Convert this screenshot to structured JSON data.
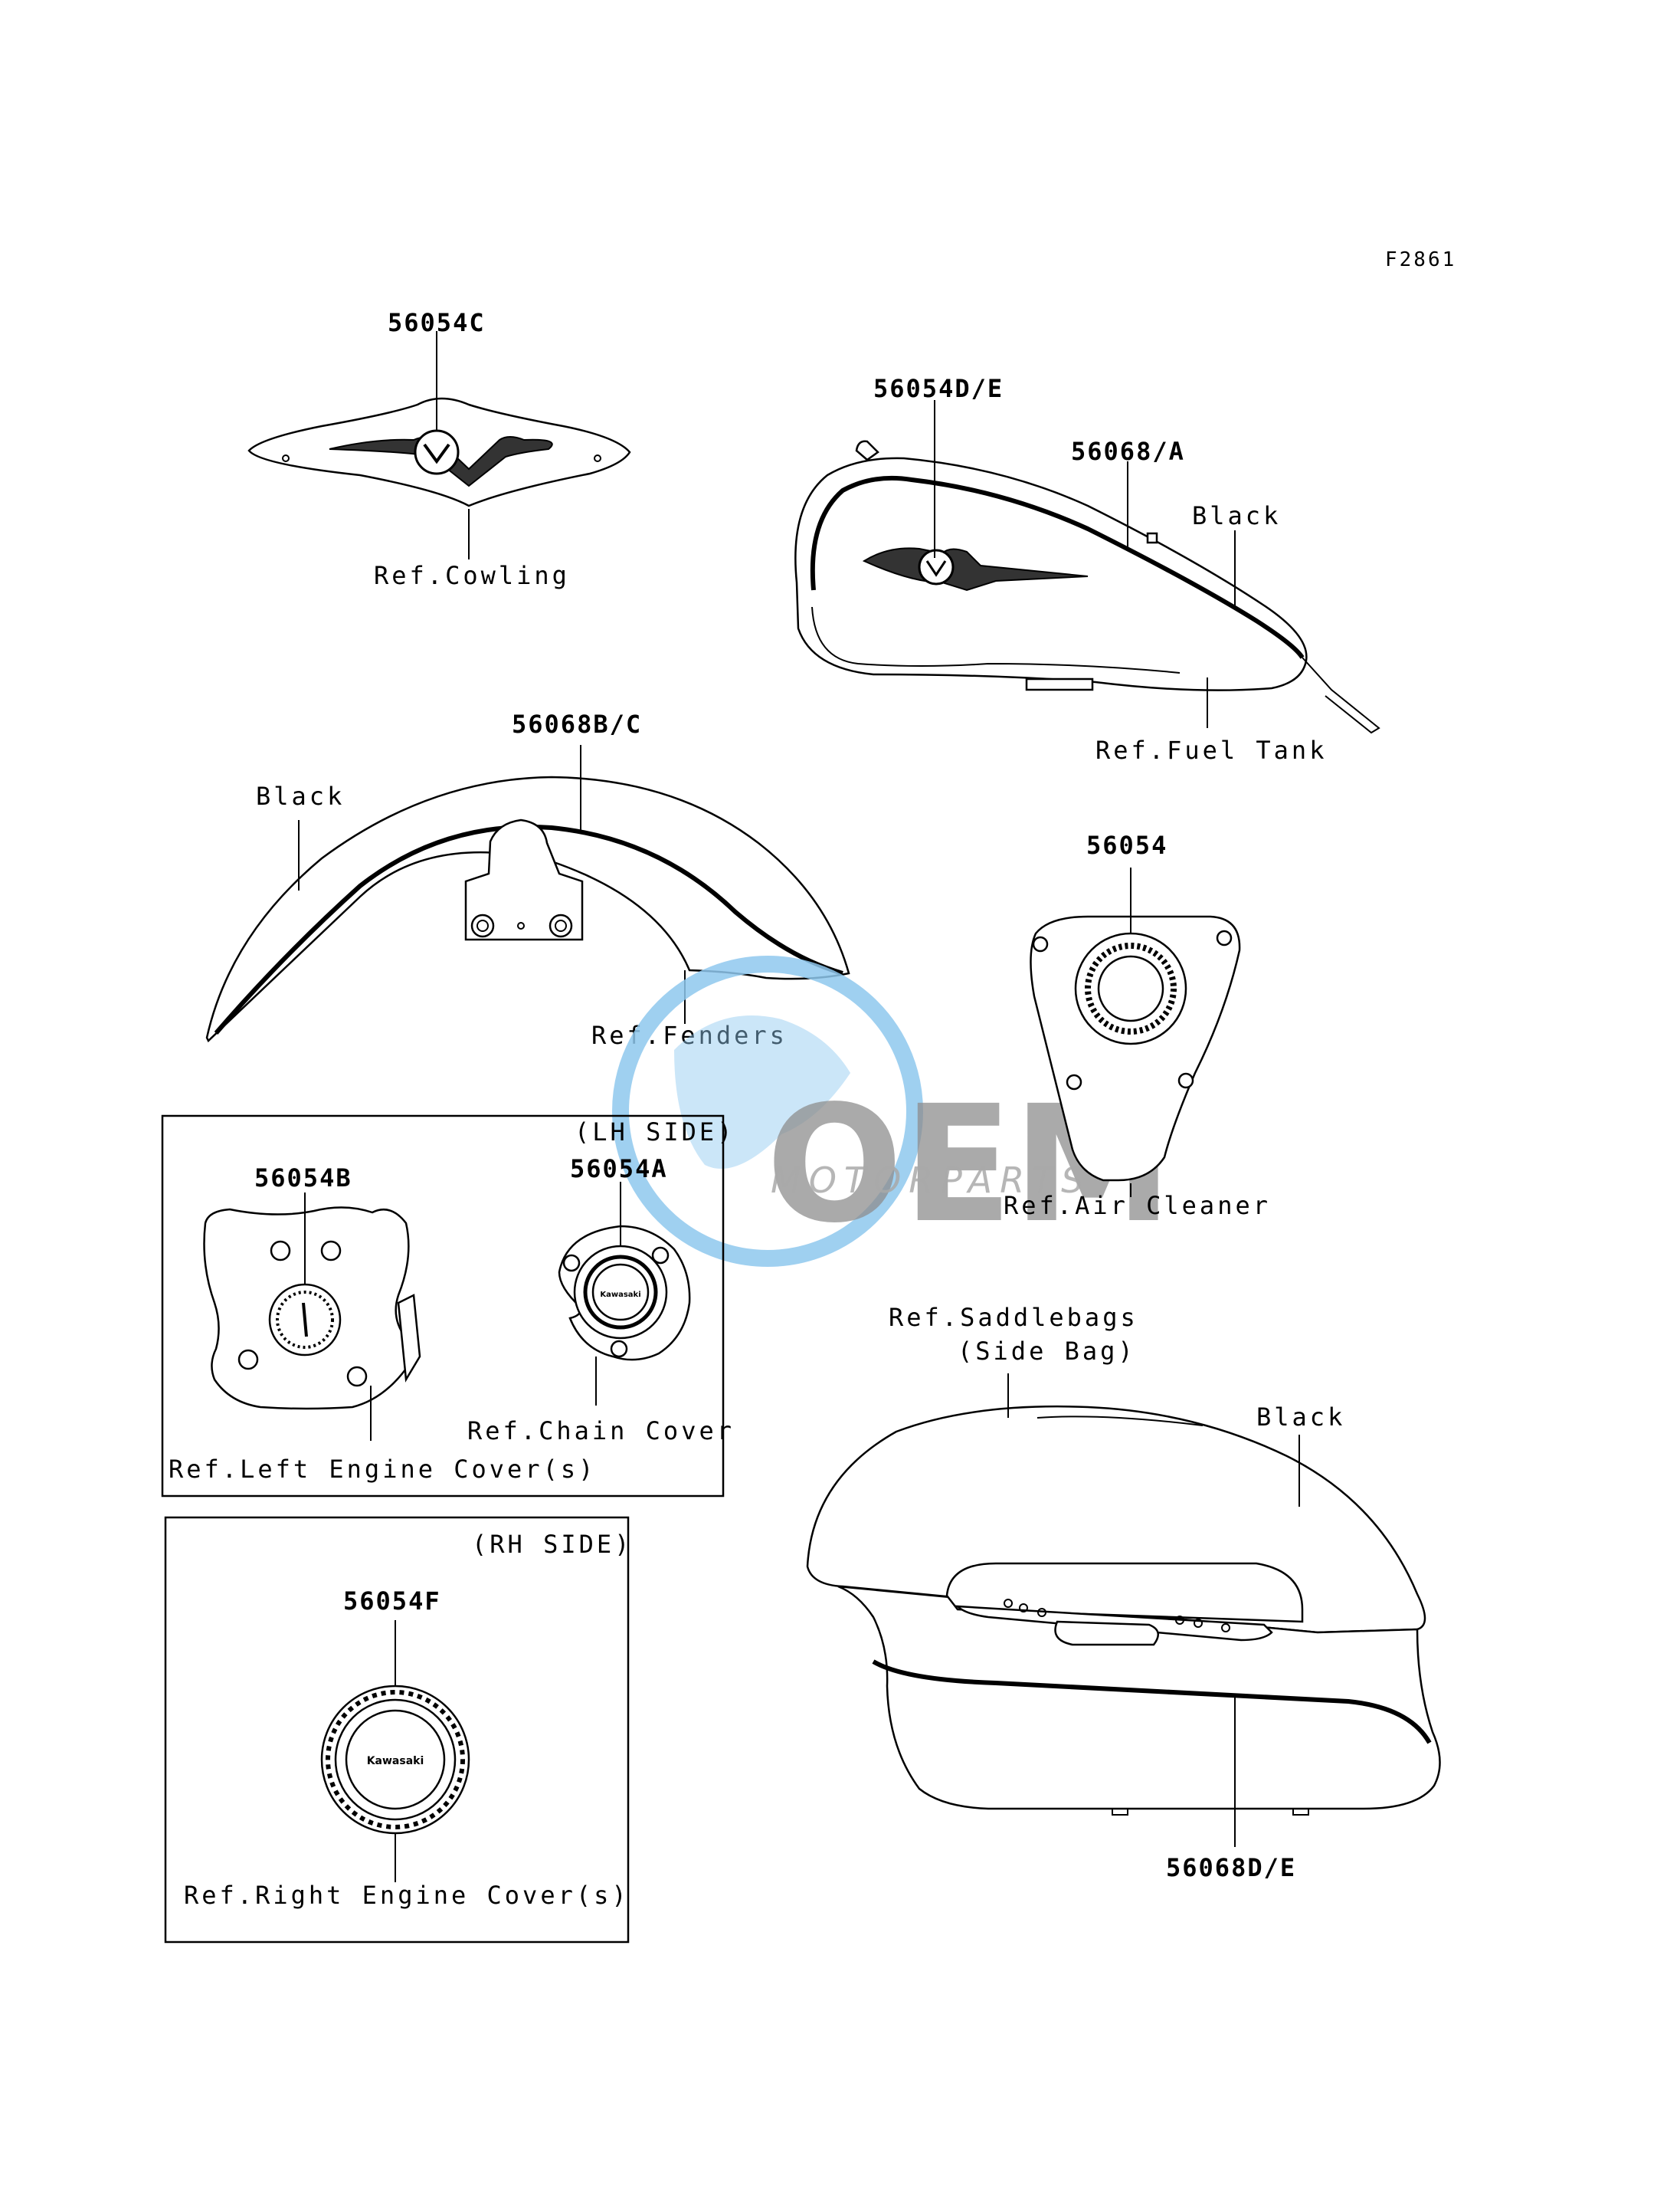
{
  "figure_id": "F2861",
  "parts": {
    "p_56054C": "56054C",
    "p_56054DE": "56054D/E",
    "p_56068A": "56068/A",
    "p_56068BC": "56068B/C",
    "p_56054": "56054",
    "p_56054B": "56054B",
    "p_56054A": "56054A",
    "p_56054F": "56054F",
    "p_56068DE": "56068D/E"
  },
  "refs": {
    "cowling": "Ref.Cowling",
    "fuel_tank": "Ref.Fuel Tank",
    "fenders": "Ref.Fenders",
    "air_cleaner": "Ref.Air Cleaner",
    "chain_cover": "Ref.Chain Cover",
    "left_engine_cover": "Ref.Left Engine Cover(s)",
    "right_engine_cover": "Ref.Right Engine Cover(s)",
    "saddlebags_line1": "Ref.Saddlebags",
    "saddlebags_line2": "(Side Bag)"
  },
  "colors_text": {
    "tank_black": "Black",
    "fender_black": "Black",
    "saddlebag_black": "Black"
  },
  "side_labels": {
    "lh": "(LH SIDE)",
    "rh": "(RH SIDE)"
  },
  "watermark": {
    "brand": "OEM",
    "sub": "MOTORPARTS"
  },
  "emblem_text": "Kawasaki",
  "colors": {
    "line": "#000000",
    "background": "#ffffff",
    "watermark_blue": "#8fc8ee",
    "watermark_gray": "#7a7a7a"
  }
}
